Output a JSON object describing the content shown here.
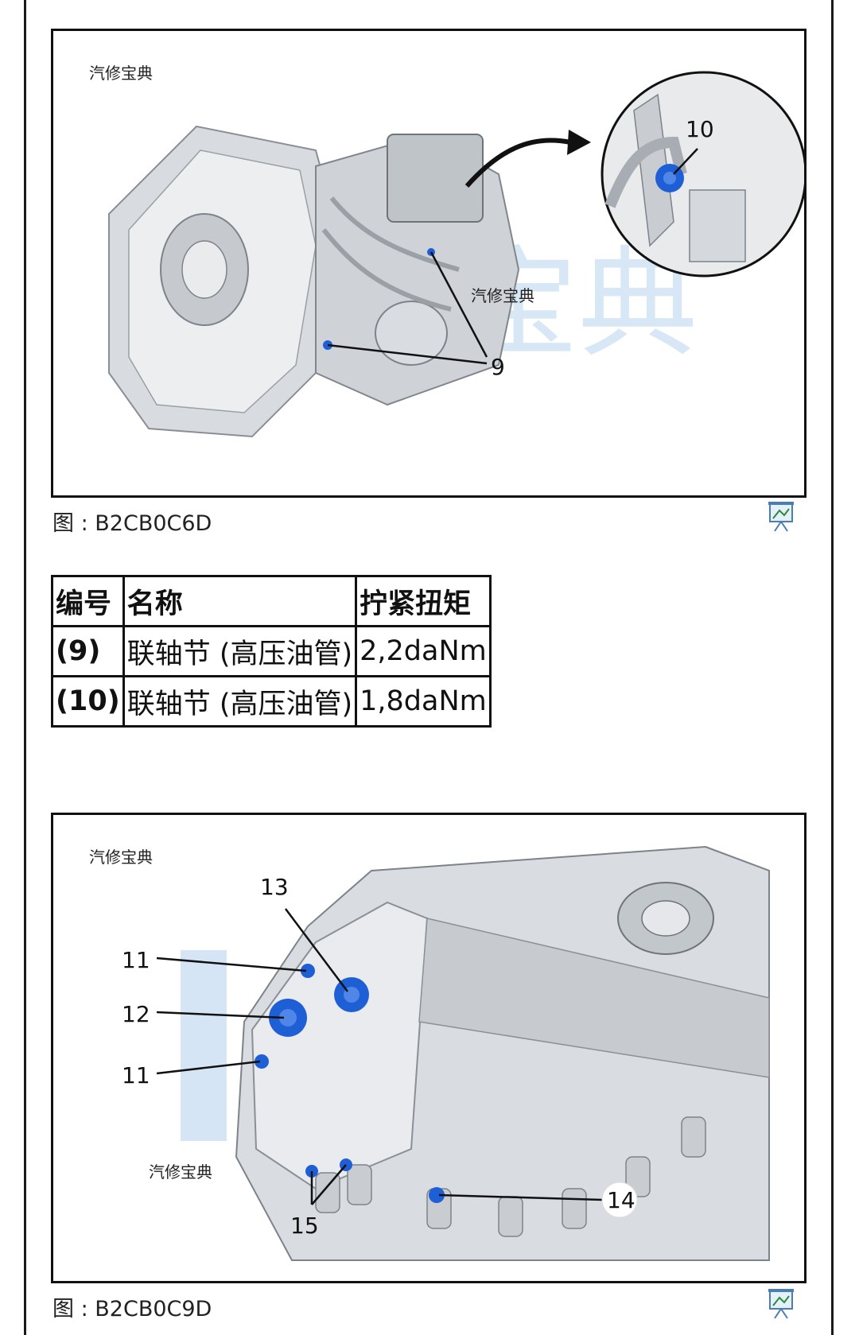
{
  "figure1": {
    "watermark_small": "汽修宝典",
    "watermark_large": "汽修宝典",
    "callouts": [
      "9",
      "10"
    ],
    "caption": "图 : B2CB0C6D"
  },
  "table": {
    "headers": [
      "编号",
      "名称",
      "拧紧扭矩"
    ],
    "rows": [
      [
        "(9)",
        "联轴节 (高压油管)",
        "2,2daNm"
      ],
      [
        "(10)",
        "联轴节 (高压油管)",
        "1,8daNm"
      ]
    ]
  },
  "figure2": {
    "watermark_small": "汽修宝典",
    "callouts": [
      "11",
      "12",
      "11",
      "13",
      "14",
      "15"
    ],
    "caption": "图 : B2CB0C9D"
  },
  "icons": {
    "figure_zoom": "presentation-board-icon"
  },
  "colors": {
    "part_blue": "#1f5fd6",
    "watermark_blue": "#9fc3e6",
    "metal": "#cfd3d8"
  }
}
